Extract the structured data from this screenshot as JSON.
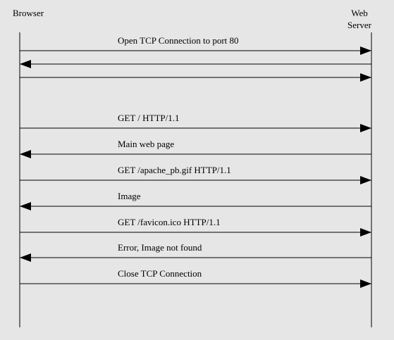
{
  "participants": {
    "client": "Browser",
    "server_line1": "Web",
    "server_line2": "Server"
  },
  "messages": [
    {
      "dir": "right",
      "label": "Open TCP Connection to port 80"
    },
    {
      "dir": "left",
      "label": ""
    },
    {
      "dir": "right",
      "label": ""
    },
    {
      "dir": "right",
      "label": "GET / HTTP/1.1"
    },
    {
      "dir": "left",
      "label": "Main web page"
    },
    {
      "dir": "right",
      "label": "GET /apache_pb.gif HTTP/1.1"
    },
    {
      "dir": "left",
      "label": "Image"
    },
    {
      "dir": "right",
      "label": "GET /favicon.ico HTTP/1.1"
    },
    {
      "dir": "left",
      "label": "Error, Image not found"
    },
    {
      "dir": "right",
      "label": "Close TCP Connection"
    }
  ],
  "colors": {
    "background": "#e6e6e6",
    "line": "#000000"
  }
}
